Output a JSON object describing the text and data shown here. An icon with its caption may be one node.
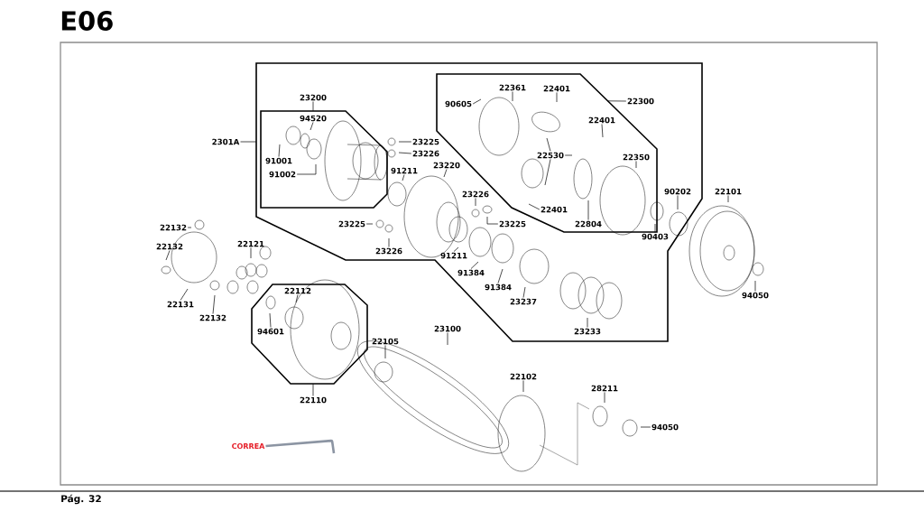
{
  "diagram": {
    "title": "E06",
    "nodes": [
      {
        "text": [],
        "shape": "box"
      },
      {
        "text": [
          "2301A"
        ]
      },
      {
        "text": [
          "23200"
        ],
        "in": 0
      },
      {
        "text": [],
        "shape": "box",
        "in": 0
      },
      {
        "text": [
          "94520"
        ],
        "in": 3
      },
      {
        "text": [
          "91001"
        ],
        "in": 3
      },
      {
        "text": [
          "91002"
        ],
        "in": 3
      },
      {
        "text": [],
        "shape": "box",
        "in": 0
      },
      {
        "text": [
          "22300"
        ],
        "in": 0
      },
      {
        "text": [
          "90605"
        ],
        "in": 7
      },
      {
        "text": [
          "22361"
        ],
        "in": 7
      },
      {
        "text": [
          "22401"
        ],
        "in": 7
      },
      {
        "text": [
          "22401"
        ],
        "in": 7
      },
      {
        "text": [
          "22530"
        ],
        "in": 7
      },
      {
        "text": [
          "22350"
        ],
        "in": 7
      },
      {
        "text": [
          "22401"
        ],
        "in": 7
      },
      {
        "text": [
          "22804"
        ],
        "in": 7
      },
      {
        "text": [
          "23225"
        ],
        "in": 0
      },
      {
        "text": [
          "23226"
        ],
        "in": 0
      },
      {
        "text": [
          "91211"
        ],
        "in": 0
      },
      {
        "text": [
          "23220"
        ],
        "in": 0
      },
      {
        "text": [
          "23226"
        ],
        "in": 0
      },
      {
        "text": [
          "23225"
        ],
        "in": 0
      },
      {
        "text": [
          "23225"
        ],
        "in": 0
      },
      {
        "text": [
          "23226"
        ],
        "in": 0
      },
      {
        "text": [
          "91211"
        ],
        "in": 0
      },
      {
        "text": [
          "91384"
        ],
        "in": 0
      },
      {
        "text": [
          "91384"
        ],
        "in": 0
      },
      {
        "text": [
          "23237"
        ],
        "in": 0
      },
      {
        "text": [
          "23233"
        ],
        "in": 0
      },
      {
        "text": [
          "90202"
        ],
        "in": 0
      },
      {
        "text": [
          "90403"
        ],
        "in": 0
      },
      {
        "text": [
          "22101"
        ]
      },
      {
        "text": [
          "94050"
        ]
      },
      {
        "text": [
          "22132"
        ]
      },
      {
        "text": [
          "22132"
        ]
      },
      {
        "text": [
          "22121"
        ]
      },
      {
        "text": [
          "22131"
        ]
      },
      {
        "text": [
          "22132"
        ]
      },
      {
        "text": [],
        "shape": "box"
      },
      {
        "text": [
          "22112"
        ],
        "in": 39
      },
      {
        "text": [
          "94601"
        ],
        "in": 39
      },
      {
        "text": [
          "22110"
        ]
      },
      {
        "text": [
          "22105"
        ]
      },
      {
        "text": [
          "23100"
        ]
      },
      {
        "text": [
          "22102"
        ]
      },
      {
        "text": [
          "28211"
        ]
      },
      {
        "text": [
          "94050"
        ]
      },
      {
        "text": [
          "CORREA"
        ]
      }
    ],
    "edges": [
      {
        "from": 1,
        "to": 0,
        "arrow": "none"
      },
      {
        "from": 2,
        "to": 3,
        "arrow": "none"
      },
      {
        "from": 8,
        "to": 7,
        "arrow": "none"
      },
      {
        "from": 42,
        "to": 39,
        "arrow": "none"
      },
      {
        "from": 4,
        "to": null,
        "arrow": "none"
      },
      {
        "from": 5,
        "to": null,
        "arrow": "none"
      },
      {
        "from": 6,
        "to": null,
        "arrow": "none"
      },
      {
        "from": 9,
        "to": null,
        "arrow": "none"
      },
      {
        "from": 10,
        "to": null,
        "arrow": "none"
      },
      {
        "from": 11,
        "to": null,
        "arrow": "none"
      },
      {
        "from": 12,
        "to": null,
        "arrow": "none"
      },
      {
        "from": 13,
        "to": null,
        "arrow": "none"
      },
      {
        "from": 13,
        "to": null,
        "arrow": "none"
      },
      {
        "from": 13,
        "to": null,
        "arrow": "none"
      },
      {
        "from": 14,
        "to": null,
        "arrow": "none"
      },
      {
        "from": 15,
        "to": null,
        "arrow": "none"
      },
      {
        "from": 16,
        "to": null,
        "arrow": "none"
      },
      {
        "from": 17,
        "to": null,
        "arrow": "none"
      },
      {
        "from": 18,
        "to": null,
        "arrow": "none"
      },
      {
        "from": 19,
        "to": null,
        "arrow": "none"
      },
      {
        "from": 20,
        "to": null,
        "arrow": "none"
      },
      {
        "from": 21,
        "to": null,
        "arrow": "none"
      },
      {
        "from": 22,
        "to": null,
        "arrow": "none"
      },
      {
        "from": 23,
        "to": null,
        "arrow": "none"
      },
      {
        "from": 24,
        "to": null,
        "arrow": "none"
      },
      {
        "from": 25,
        "to": null,
        "arrow": "none"
      },
      {
        "from": 26,
        "to": null,
        "arrow": "none"
      },
      {
        "from": 27,
        "to": null,
        "arrow": "none"
      },
      {
        "from": 28,
        "to": null,
        "arrow": "none"
      },
      {
        "from": 29,
        "to": null,
        "arrow": "none"
      },
      {
        "from": 30,
        "to": null,
        "arrow": "none"
      },
      {
        "from": 31,
        "to": null,
        "arrow": "none"
      },
      {
        "from": 32,
        "to": null,
        "arrow": "none"
      },
      {
        "from": 33,
        "to": null,
        "arrow": "none"
      },
      {
        "from": 34,
        "to": null,
        "arrow": "none"
      },
      {
        "from": 35,
        "to": null,
        "arrow": "none"
      },
      {
        "from": 36,
        "to": null,
        "arrow": "none"
      },
      {
        "from": 37,
        "to": null,
        "arrow": "none"
      },
      {
        "from": 38,
        "to": null,
        "arrow": "none"
      },
      {
        "from": 40,
        "to": null,
        "arrow": "none"
      },
      {
        "from": 41,
        "to": null,
        "arrow": "none"
      },
      {
        "from": 43,
        "to": null,
        "arrow": "none"
      },
      {
        "from": 44,
        "to": null,
        "arrow": "none"
      },
      {
        "from": 45,
        "to": null,
        "arrow": "none"
      },
      {
        "from": 46,
        "to": null,
        "arrow": "none"
      },
      {
        "from": 47,
        "to": null,
        "arrow": "none"
      },
      {
        "from": 48,
        "to": null,
        "arrow": "none",
        "style": "thick",
        "color": "#8c95a3"
      }
    ],
    "labels": [
      "Pág. 32"
    ]
  }
}
